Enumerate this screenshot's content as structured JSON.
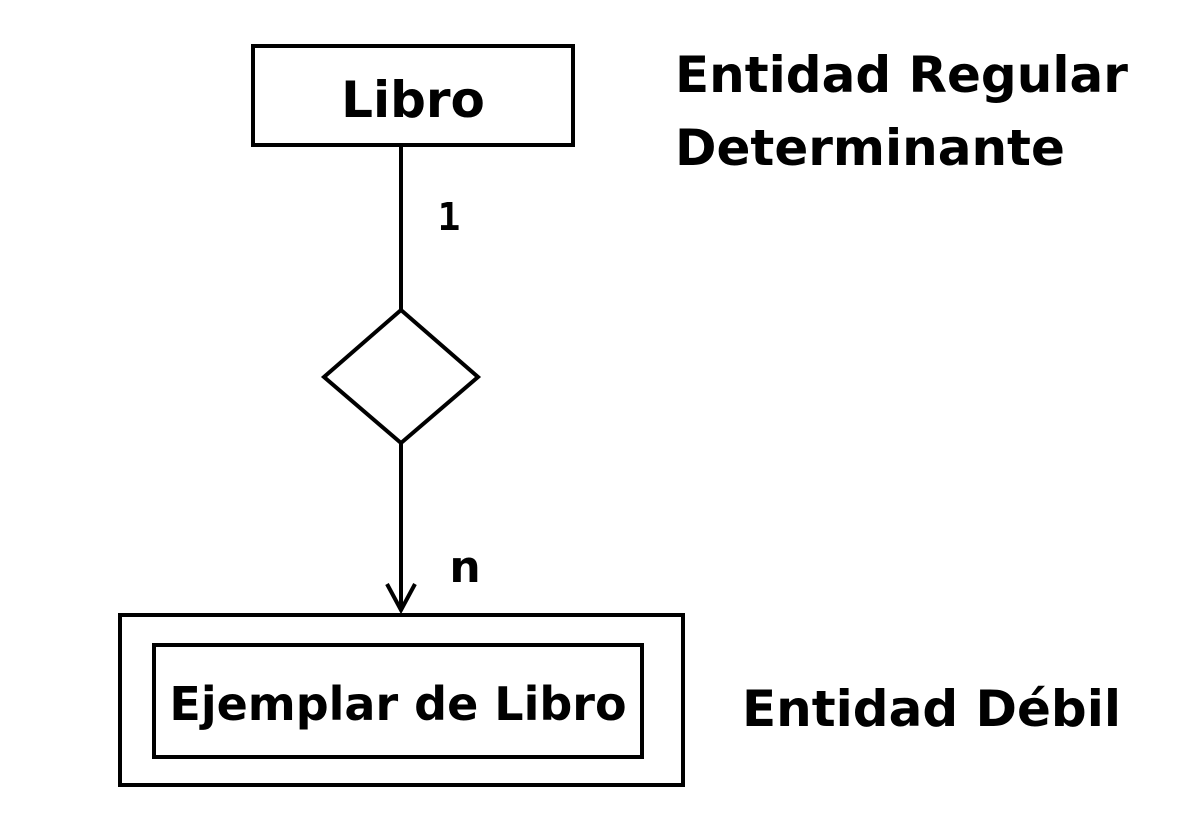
{
  "entities": {
    "regular": {
      "name": "Libro",
      "caption_line1": "Entidad Regular",
      "caption_line2": "Determinante"
    },
    "weak": {
      "name": "Ejemplar de Libro",
      "caption": "Entidad Débil"
    }
  },
  "relationship": {
    "cardinality_top": "1",
    "cardinality_bottom": "n"
  },
  "colors": {
    "stroke": "#000000",
    "background": "#ffffff"
  }
}
